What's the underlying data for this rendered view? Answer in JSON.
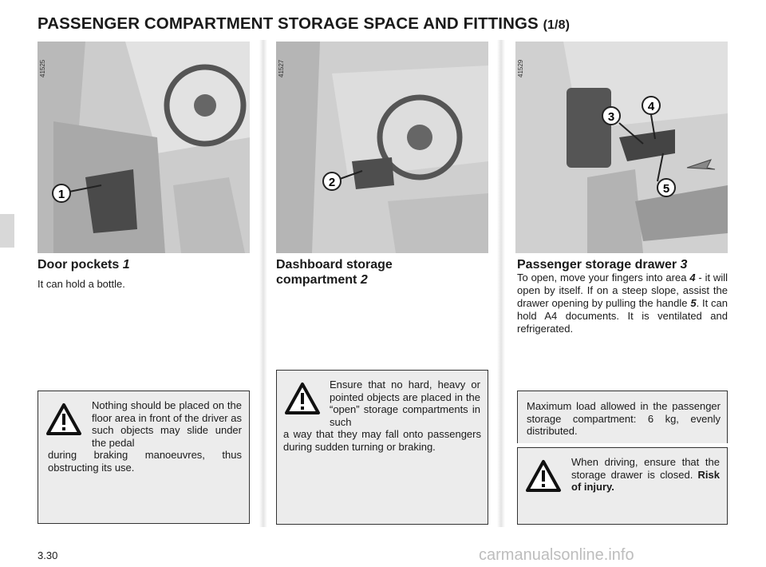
{
  "title": {
    "main": "PASSENGER COMPARTMENT STORAGE SPACE AND FITTINGS",
    "page_ref": "(1/8)"
  },
  "figures": [
    {
      "code": "41525",
      "callouts": [
        "1"
      ]
    },
    {
      "code": "41527",
      "callouts": [
        "2"
      ]
    },
    {
      "code": "41529",
      "callouts": [
        "3",
        "4",
        "5"
      ]
    }
  ],
  "col1": {
    "heading": "Door pockets",
    "heading_num": "1",
    "text": "It can hold a bottle.",
    "warning_lead": "Nothing should be placed on the floor area in front of the driver as such objects may slide under the pedal",
    "warning_tail": "during braking manoeuvres, thus obstructing its use."
  },
  "col2": {
    "heading": "Dashboard storage",
    "heading_line2": "compartment",
    "heading_num": "2",
    "warning_lead": "Ensure that no hard, heavy or pointed objects are placed in the “open” sto­rage compartments in such",
    "warning_tail": "a way that they may fall onto pas­sengers during sudden turning or braking."
  },
  "col3": {
    "heading": "Passenger storage drawer",
    "heading_num": "3",
    "text_a": "To open, move your fingers into area",
    "ref4": "4",
    "text_b": "- it will open by itself. If on a steep slope, assist the drawer opening by pulling the handle",
    "ref5": "5",
    "text_c": ". It can hold A4 documents. It is ventilated and refrigerated.",
    "load_note": "Maximum load allowed in the pas­senger storage compartment: 6 kg, evenly distributed.",
    "warning_lead": "When driving, ensure that the storage drawer is closed.",
    "warning_bold": "Risk of injury."
  },
  "footer": {
    "page_number": "3.30",
    "watermark": "carmanualsonline.info"
  }
}
